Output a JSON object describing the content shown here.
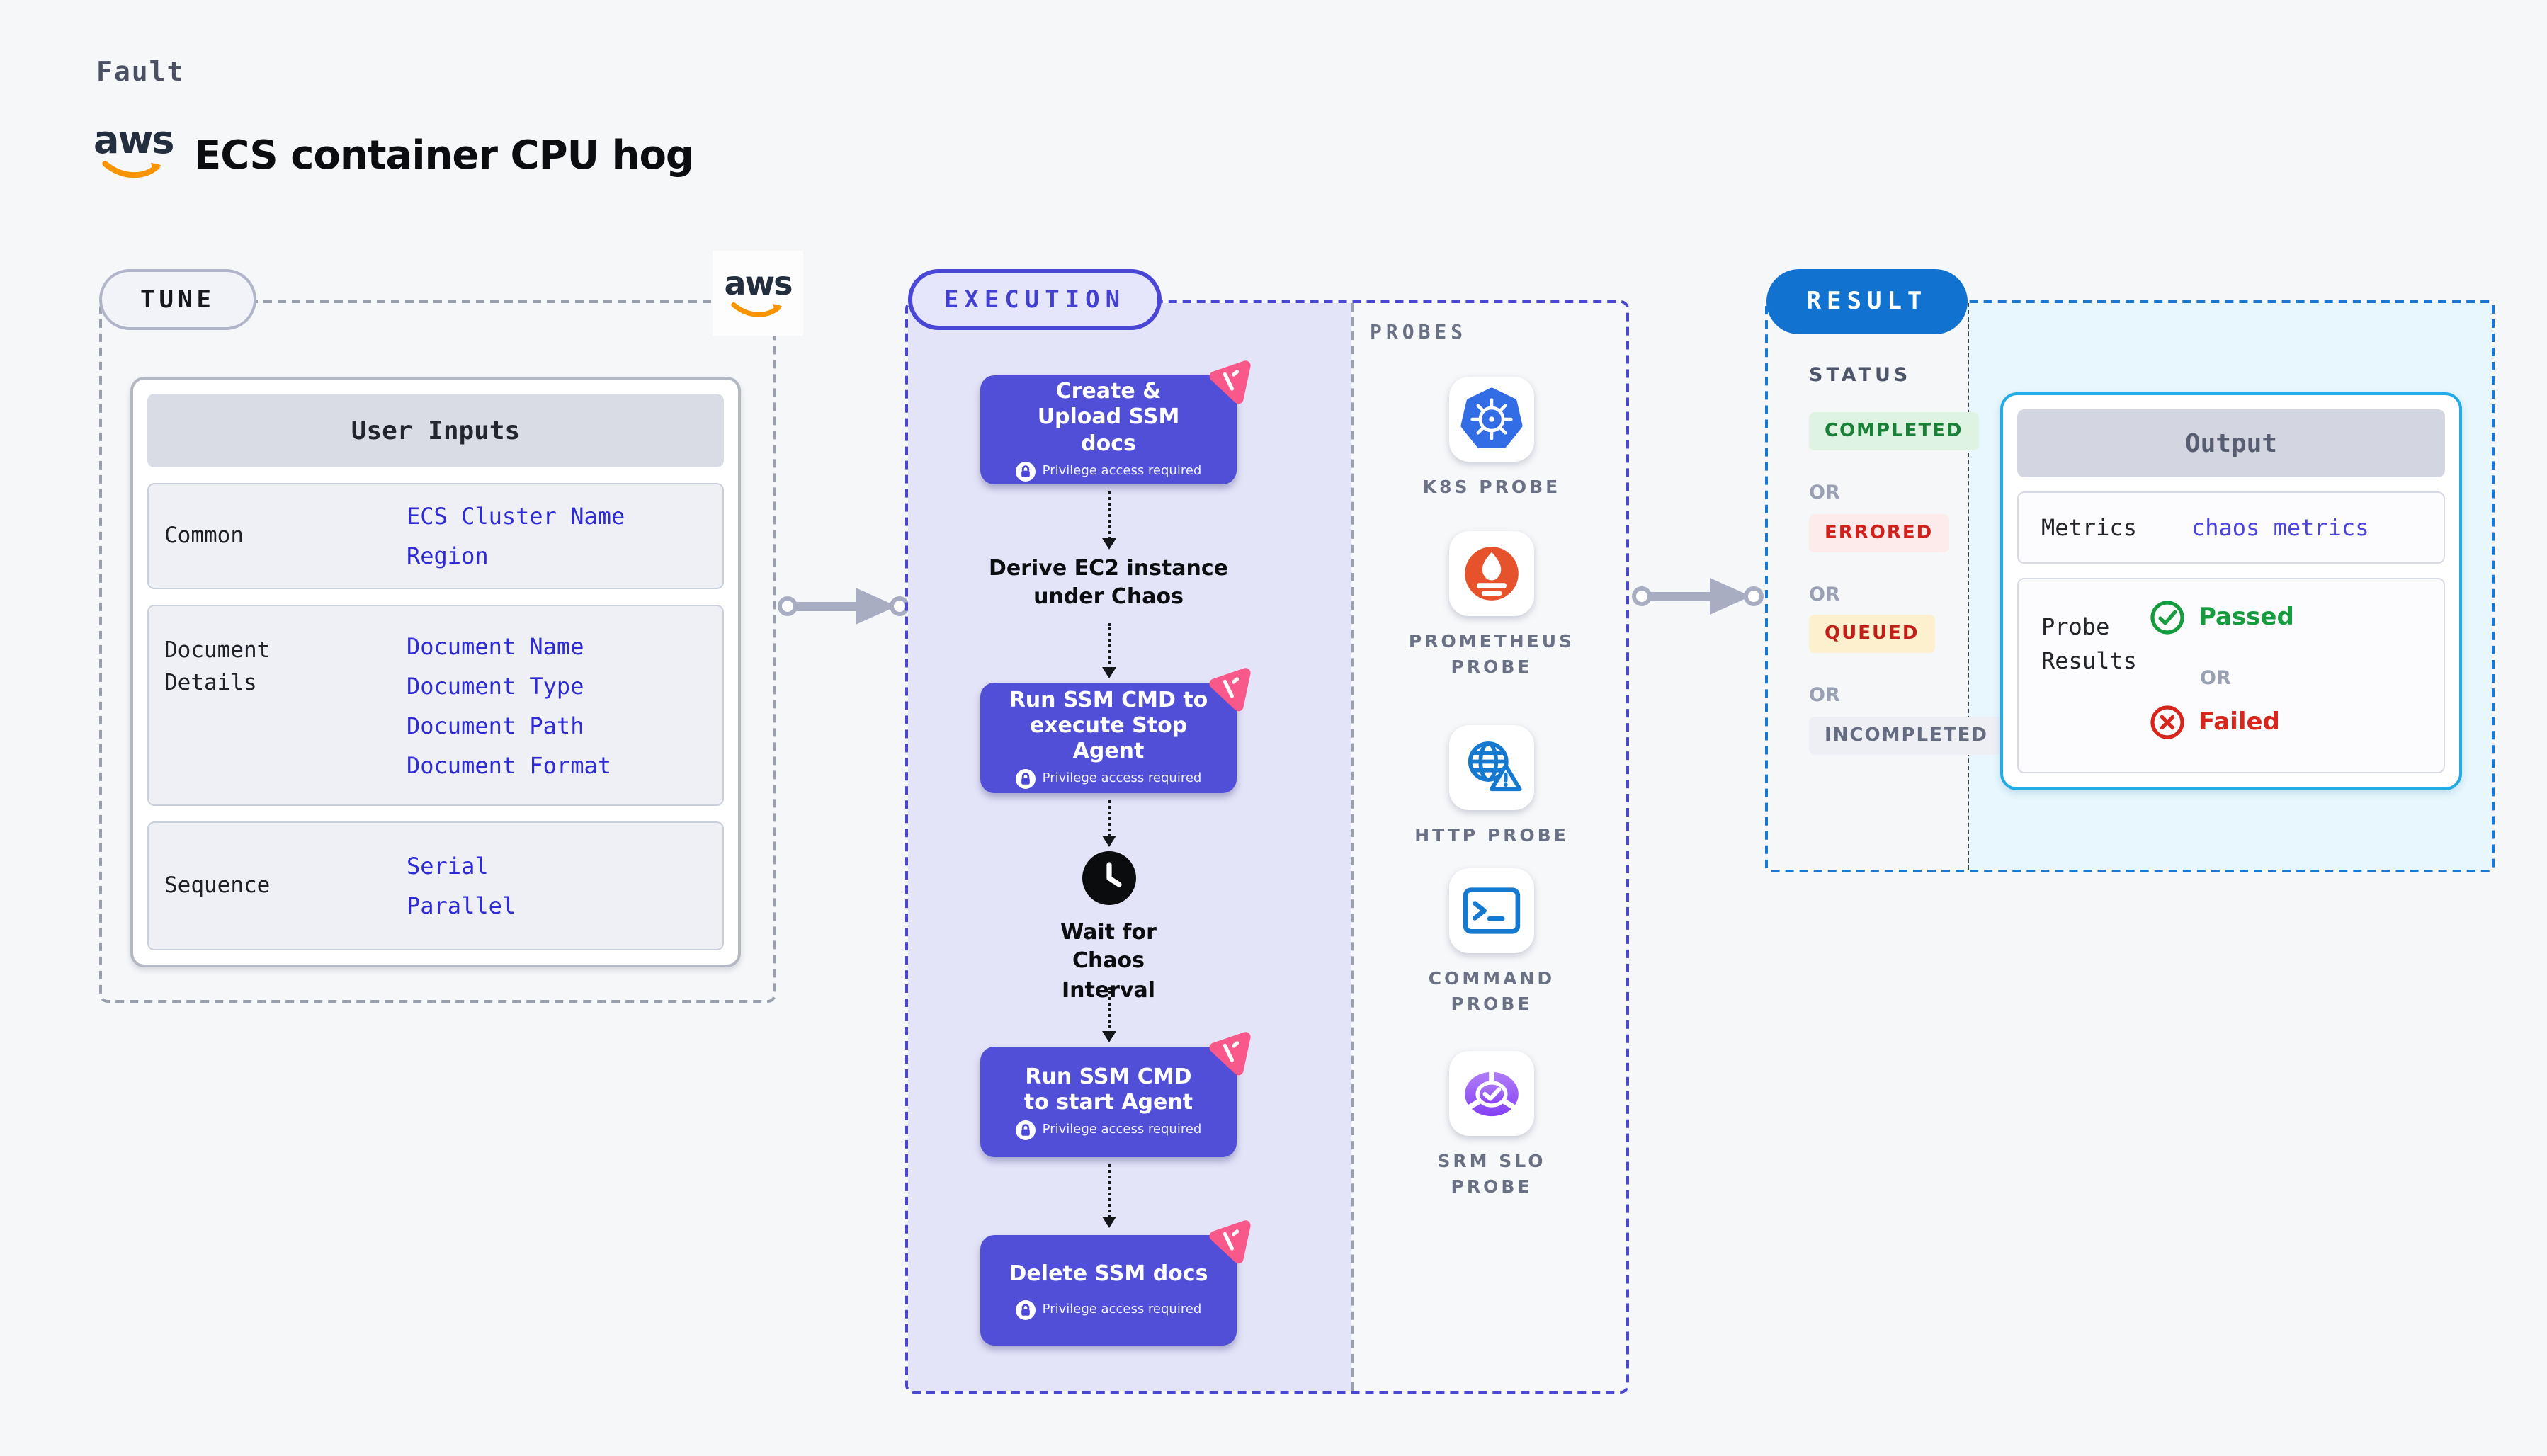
{
  "header": {
    "kicker": "Fault",
    "title": "ECS container CPU hog",
    "aws_logo_text": "aws"
  },
  "tune": {
    "pill": "TUNE",
    "table": {
      "header": "User Inputs",
      "rows": [
        {
          "label": "Common",
          "values": [
            "ECS Cluster Name",
            "Region"
          ]
        },
        {
          "label": "Document Details",
          "values": [
            "Document Name",
            "Document Type",
            "Document Path",
            "Document Format"
          ]
        },
        {
          "label": "Sequence",
          "values": [
            "Serial",
            "Parallel"
          ]
        }
      ]
    }
  },
  "execution": {
    "pill": "EXECUTION",
    "privilege_label": "Privilege access required",
    "steps": {
      "step1": "Create & Upload SSM docs",
      "step2": "Derive EC2 instance under Chaos",
      "step3": "Run SSM CMD to execute Stop Agent",
      "step4": "Wait for Chaos Interval",
      "step5": "Run SSM CMD to start Agent",
      "step6": "Delete SSM docs"
    },
    "probes": {
      "title": "PROBES",
      "items": [
        {
          "icon": "kubernetes-icon",
          "label": "K8S PROBE"
        },
        {
          "icon": "prometheus-icon",
          "label": "PROMETHEUS PROBE"
        },
        {
          "icon": "http-icon",
          "label": "HTTP PROBE"
        },
        {
          "icon": "command-icon",
          "label": "COMMAND PROBE"
        },
        {
          "icon": "srm-slo-icon",
          "label": "SRM SLO PROBE"
        }
      ]
    }
  },
  "result": {
    "pill": "RESULT",
    "status_title": "STATUS",
    "or_label": "OR",
    "statuses": [
      {
        "label": "COMPLETED",
        "state": "completed"
      },
      {
        "label": "ERRORED",
        "state": "errored"
      },
      {
        "label": "QUEUED",
        "state": "queued"
      },
      {
        "label": "INCOMPLETED",
        "state": "incompleted"
      }
    ],
    "output": {
      "header": "Output",
      "metrics_label": "Metrics",
      "metrics_value": "chaos metrics",
      "probe_results_label": "Probe Results",
      "passed_label": "Passed",
      "failed_label": "Failed"
    }
  },
  "colors": {
    "indigo_border": "#4a47d4",
    "card_indigo": "#514fd8",
    "chaos_pink": "#f9588b",
    "result_blue": "#1173cf",
    "output_cyan": "#22ace6",
    "passed_green": "#169c3e",
    "failed_red": "#d8261c",
    "lavender_panel": "#e4e4f8",
    "result_panel": "#e8f6fd"
  }
}
